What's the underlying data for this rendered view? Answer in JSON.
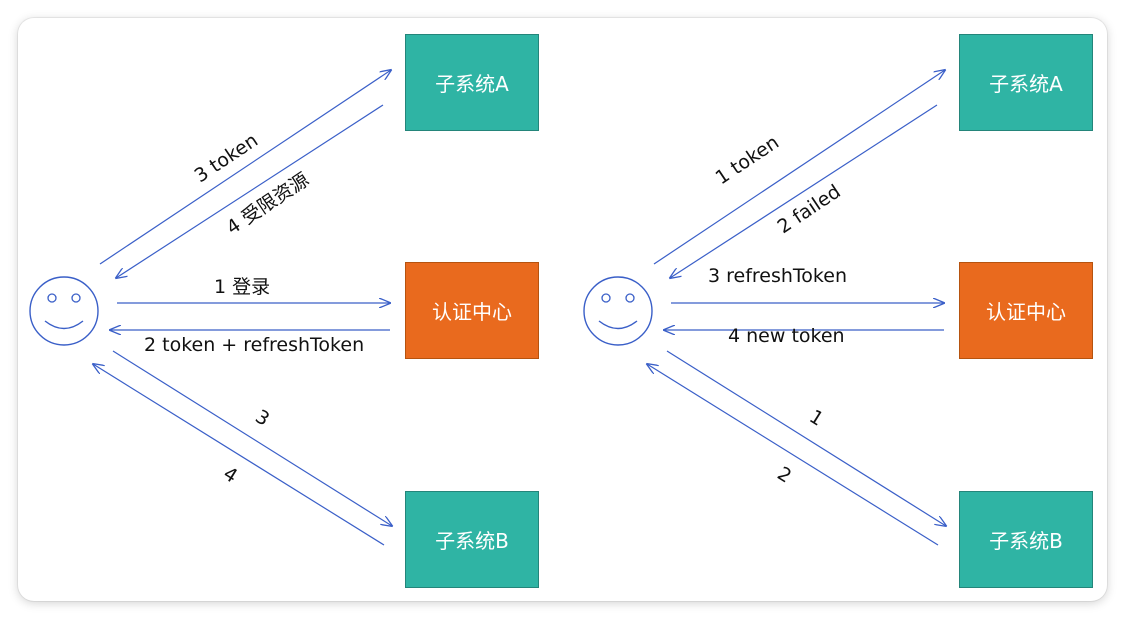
{
  "colors": {
    "teal": "#2fb4a4",
    "orange": "#e96a1e",
    "arrow": "#3a5fc8",
    "face": "#3a5fc8"
  },
  "left": {
    "nodes": {
      "subsys_a": "子系统A",
      "auth_center": "认证中心",
      "subsys_b": "子系统B"
    },
    "labels": {
      "to_a": "3 token",
      "from_a": "4 受限资源",
      "to_auth": "1 登录",
      "from_auth": "2 token + refreshToken",
      "to_b": "3",
      "from_b": "4"
    }
  },
  "right": {
    "nodes": {
      "subsys_a": "子系统A",
      "auth_center": "认证中心",
      "subsys_b": "子系统B"
    },
    "labels": {
      "to_a": "1 token",
      "from_a": "2 failed",
      "to_auth": "3 refreshToken",
      "from_auth": "4 new token",
      "to_b": "1",
      "from_b": "2"
    }
  }
}
